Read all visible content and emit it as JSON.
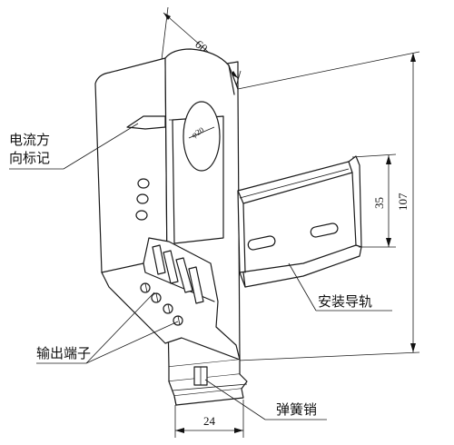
{
  "labels": {
    "current_direction_line1": "电流方",
    "current_direction_line2": "向标记",
    "output_terminal": "输出端子",
    "rail": "安装导轨",
    "spring_pin": "弹簧销"
  },
  "dimensions": {
    "width_top": "60",
    "hole_diameter": "φ20",
    "height_total": "107",
    "rail_height": "35",
    "bottom_width": "24"
  }
}
